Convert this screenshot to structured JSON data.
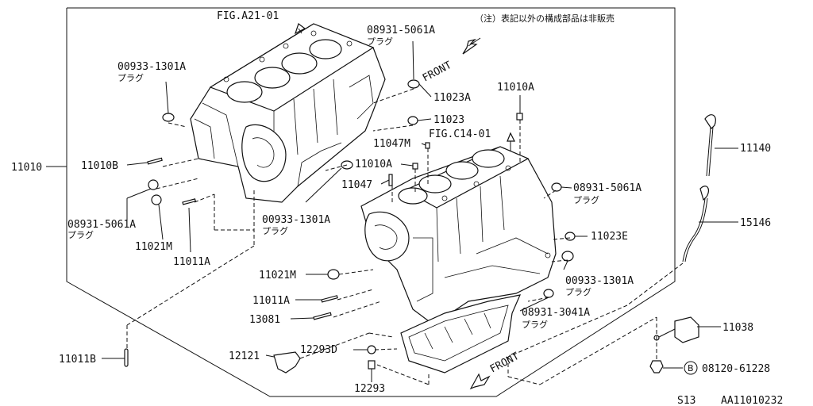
{
  "note": "（注）表記以外の構成部品は非販売",
  "plug_word": "プラグ",
  "front_word": "FRONT",
  "labels": {
    "fig_a21": "FIG.A21-01",
    "fig_c14": "FIG.C14-01",
    "p08931_5061a_top": "08931-5061A",
    "p00933_1301a_top": "00933-1301A",
    "p11023a": "11023A",
    "p11023": "11023",
    "p11010a_right": "11010A",
    "p11047m": "11047M",
    "p11010a_mid": "11010A",
    "p11047": "11047",
    "p11010b": "11010B",
    "p11010": "11010",
    "p08931_5061a_left": "08931-5061A",
    "p11021m_left": "11021M",
    "p11011a_left": "11011A",
    "p00933_1301a_mid": "00933-1301A",
    "p08931_5061a_right": "08931-5061A",
    "p11023e": "11023E",
    "p00933_1301a_right": "00933-1301A",
    "p11021m_mid": "11021M",
    "p11011a_mid": "11011A",
    "p13081": "13081",
    "p08931_3041a": "08931-3041A",
    "p11011b": "11011B",
    "p12121": "12121",
    "p12293d": "12293D",
    "p12293": "12293",
    "p11140": "11140",
    "p15146": "15146",
    "p11038": "11038",
    "bolt_marker": "B",
    "p08120_61228": "08120-61228"
  },
  "footer": {
    "code_left": "S13",
    "code_right": "AA11010232"
  }
}
